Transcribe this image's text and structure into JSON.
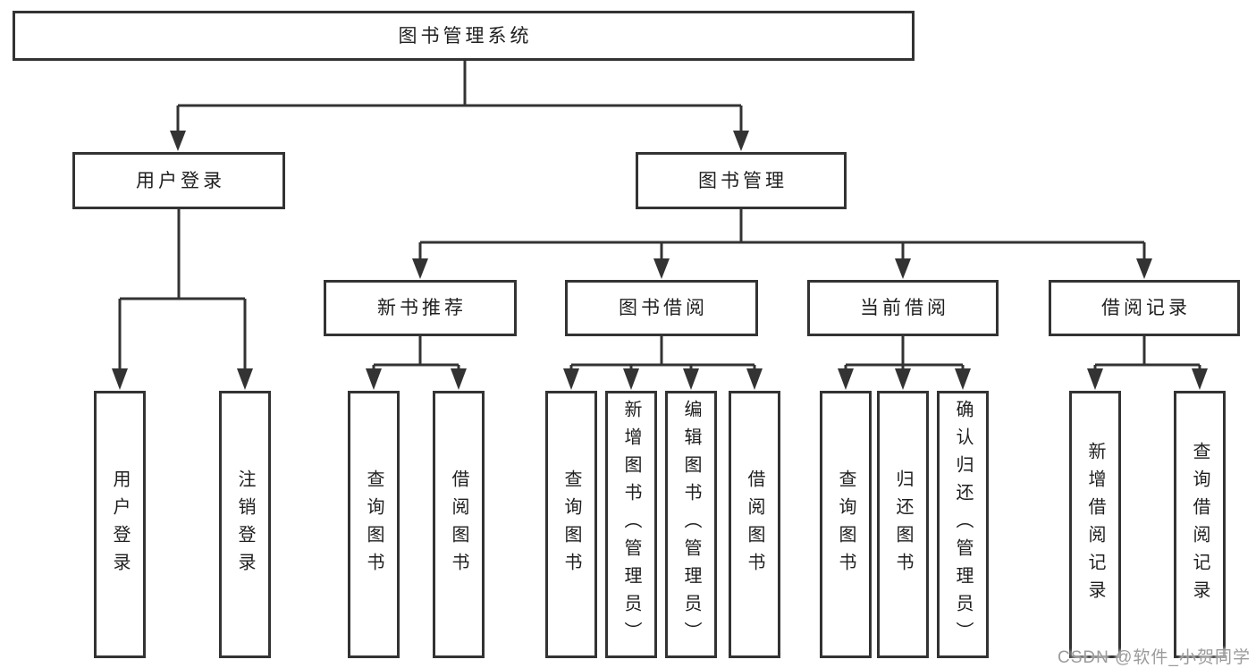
{
  "diagram": {
    "title": "图书管理系统",
    "nodes": {
      "root": "图书管理系统",
      "user_login": "用户登录",
      "book_management": "图书管理",
      "new_book_recommend": "新书推荐",
      "book_borrowing": "图书借阅",
      "current_borrowing": "当前借阅",
      "borrow_records": "借阅记录"
    },
    "leaves": {
      "user_login": {
        "login": "用户登录",
        "logout": "注销登录"
      },
      "new_book_recommend": {
        "query_books": "查询图书",
        "borrow_books": "借阅图书"
      },
      "book_borrowing": {
        "query_books": "查询图书",
        "add_books": "新增图书（管理员）",
        "edit_books": "编辑图书（管理员）",
        "borrow_books": "借阅图书"
      },
      "current_borrowing": {
        "query_books": "查询图书",
        "return_books": "归还图书",
        "confirm_return": "确认归还（管理员）"
      },
      "borrow_records": {
        "add_record": "新增借阅记录",
        "query_record": "查询借阅记录"
      }
    },
    "colors": {
      "line": "#333333",
      "box_border": "#333333",
      "box_fill": "#ffffff",
      "text": "#1f1f1f",
      "background": "#ffffff",
      "watermark_text": "#9b9b9b"
    }
  },
  "watermark": "CSDN @软件_小贺同学"
}
